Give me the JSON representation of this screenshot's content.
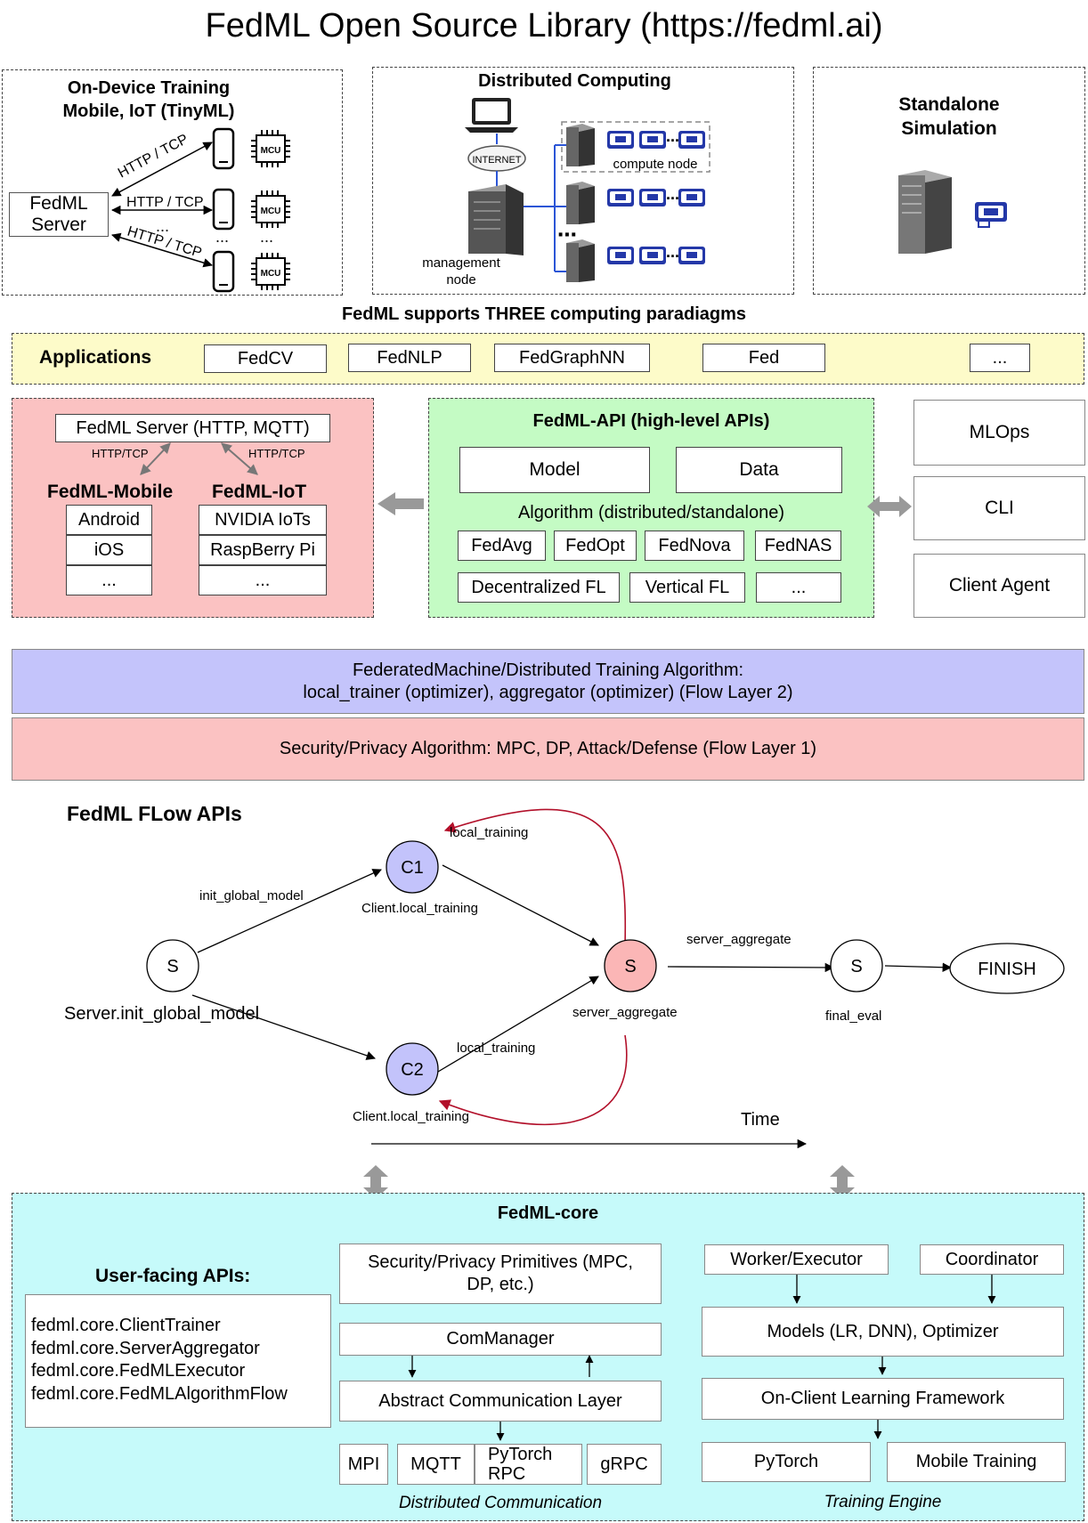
{
  "title": "FedML Open Source Library (https://fedml.ai)",
  "paradigms": {
    "caption": "FedML supports THREE computing paradiagms",
    "on_device": {
      "title_line1": "On-Device Training",
      "title_line2": "Mobile, IoT (TinyML)",
      "server_line1": "FedML",
      "server_line2": "Server",
      "link_label": "HTTP / TCP",
      "dots": "...",
      "mcu": "MCU"
    },
    "distributed": {
      "title": "Distributed Computing",
      "internet": "INTERNET",
      "compute_node": "compute node",
      "management_line1": "management",
      "management_line2": "node"
    },
    "standalone": {
      "title_line1": "Standalone",
      "title_line2": "Simulation"
    }
  },
  "applications": {
    "label": "Applications",
    "items": [
      "FedCV",
      "FedNLP",
      "FedGraphNN",
      "Fed",
      "..."
    ]
  },
  "mobile_iot": {
    "server": "FedML Server (HTTP, MQTT)",
    "link_label": "HTTP/TCP",
    "mobile_title": "FedML-Mobile",
    "mobile_items": [
      "Android",
      "iOS",
      "..."
    ],
    "iot_title": "FedML-IoT",
    "iot_items": [
      "NVIDIA IoTs",
      "RaspBerry Pi",
      "..."
    ]
  },
  "api": {
    "title": "FedML-API (high-level APIs)",
    "model": "Model",
    "data": "Data",
    "algorithm": "Algorithm (distributed/standalone)",
    "row1": [
      "FedAvg",
      "FedOpt",
      "FedNova",
      "FedNAS"
    ],
    "row2": [
      "Decentralized FL",
      "Vertical FL",
      "..."
    ]
  },
  "ops": [
    "MLOps",
    "CLI",
    "Client Agent"
  ],
  "flow_layer2": {
    "line1": "FederatedMachine/Distributed Training Algorithm:",
    "line2": "local_trainer (optimizer), aggregator (optimizer) (Flow Layer 2)"
  },
  "flow_layer1": "Security/Privacy Algorithm: MPC, DP, Attack/Defense (Flow Layer 1)",
  "flow": {
    "title": "FedML FLow APIs",
    "server_node": "S",
    "server_node_label": "Server.init_global_model",
    "c1": "C1",
    "c2": "C2",
    "client_label": "Client.local_training",
    "init_edge": "init_global_model",
    "local_training": "local_training",
    "agg_node": "S",
    "agg_label": "server_aggregate",
    "agg_edge": "server_aggregate",
    "eval_node": "S",
    "eval_label": "final_eval",
    "finish": "FINISH",
    "time": "Time"
  },
  "core": {
    "title": "FedML-core",
    "user_apis_title": "User-facing APIs:",
    "user_apis": [
      "fedml.core.ClientTrainer",
      "fedml.core.ServerAggregator",
      "fedml.core.FedMLExecutor",
      "fedml.core.FedMLAlgorithmFlow"
    ],
    "security_line1": "Security/Privacy Primitives (MPC,",
    "security_line2": "DP, etc.)",
    "commanager": "ComManager",
    "abstract": "Abstract Communication Layer",
    "comm_items": [
      "MPI",
      "MQTT",
      "PyTorch RPC",
      "gRPC"
    ],
    "comm_caption": "Distributed Communication",
    "worker": "Worker/Executor",
    "coordinator": "Coordinator",
    "models": "Models (LR, DNN), Optimizer",
    "on_client": "On-Client Learning Framework",
    "pytorch": "PyTorch",
    "mobile_training": "Mobile Training",
    "engine_caption": "Training Engine"
  },
  "colors": {
    "app_bg": "#fdfbc9",
    "mobile_bg": "#fbc2c2",
    "api_bg": "#c4fbc4",
    "layer2_bg": "#c4c4fb",
    "layer1_bg": "#fbc2c2",
    "core_bg": "#c6fafa",
    "client_node": "#c3c3fb",
    "agg_node": "#fbb6b6",
    "arrow_red": "#b2102a",
    "device_blue": "#2438a8"
  }
}
